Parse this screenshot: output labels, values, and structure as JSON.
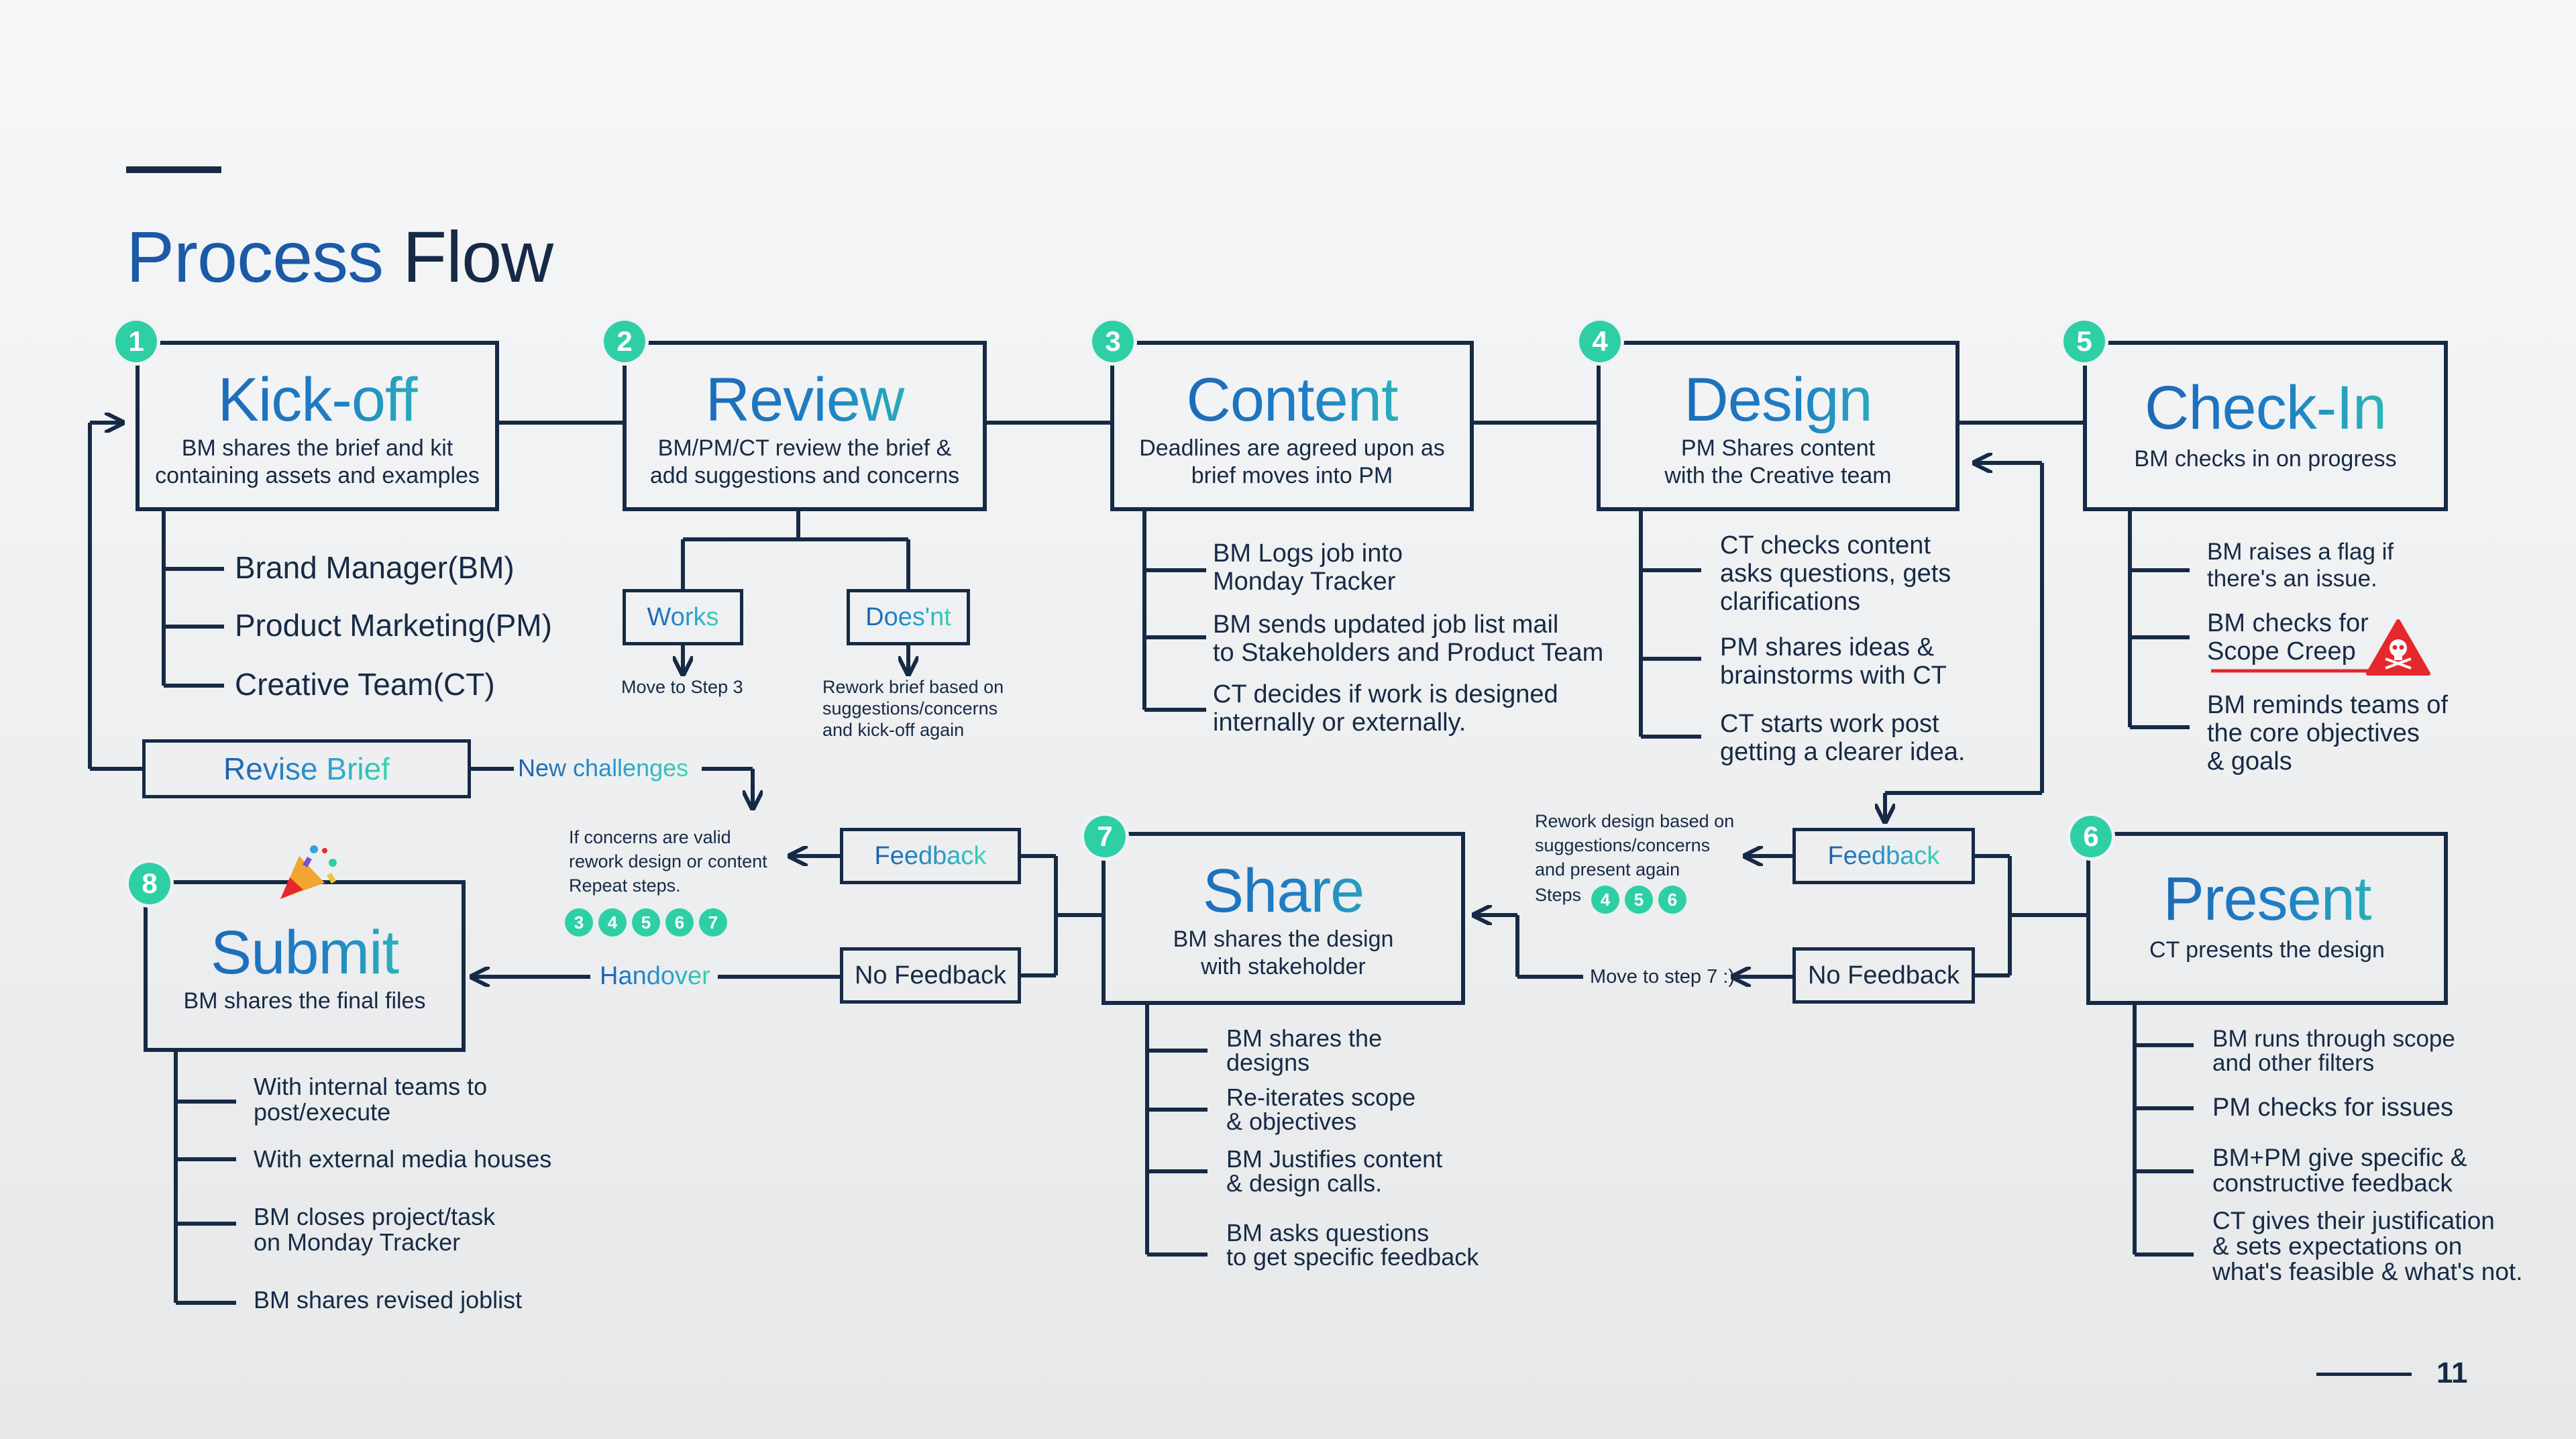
{
  "title": {
    "part1": "Process",
    "part2": "Flow"
  },
  "page_number": "11",
  "steps": [
    {
      "num": "1",
      "title": "Kick-off",
      "sub1": "BM shares the brief and kit",
      "sub2": "containing assets and examples"
    },
    {
      "num": "2",
      "title": "Review",
      "sub1": "BM/PM/CT review the brief &",
      "sub2": "add suggestions and concerns"
    },
    {
      "num": "3",
      "title": "Content",
      "sub1": "Deadlines are agreed upon as",
      "sub2": "brief moves into PM"
    },
    {
      "num": "4",
      "title": "Design",
      "sub1": "PM Shares content",
      "sub2": "with the Creative team"
    },
    {
      "num": "5",
      "title": "Check-In",
      "sub1": "BM checks in on progress"
    },
    {
      "num": "6",
      "title": "Present",
      "sub1": "CT presents the design"
    },
    {
      "num": "7",
      "title": "Share",
      "sub1": "BM shares the design",
      "sub2": "with stakeholder"
    },
    {
      "num": "8",
      "title": "Submit",
      "sub1": "BM shares the final files"
    }
  ],
  "kickoff_roles": [
    "Brand Manager(BM)",
    "Product Marketing(PM)",
    "Creative Team(CT)"
  ],
  "review": {
    "works": "Works",
    "doesnt": "Does'nt",
    "works_note": "Move to Step 3",
    "doesnt_note": [
      "Rework brief based on",
      "suggestions/concerns",
      "and kick-off again"
    ]
  },
  "revise_brief": "Revise Brief",
  "new_challenges": "New challenges",
  "content_items": [
    [
      "BM Logs job into",
      "Monday Tracker"
    ],
    [
      "BM sends updated job list mail",
      "to Stakeholders and Product Team"
    ],
    [
      "CT decides if work is designed",
      "internally or externally."
    ]
  ],
  "design_items": [
    [
      "CT checks content",
      "asks questions, gets",
      "clarifications"
    ],
    [
      "PM shares ideas &",
      "brainstorms with CT"
    ],
    [
      "CT starts work post",
      "getting a clearer idea."
    ]
  ],
  "checkin_items": [
    [
      "BM raises a flag if",
      "there's an issue."
    ],
    [
      "BM checks for",
      "Scope Creep"
    ],
    [
      "BM reminds teams of",
      "the core objectives",
      "& goals"
    ]
  ],
  "present_items": [
    [
      "BM runs through scope",
      "and other filters"
    ],
    [
      "PM checks for issues"
    ],
    [
      "BM+PM give specific &",
      "constructive feedback"
    ],
    [
      "CT gives their justification",
      "& sets expectations on",
      "what's feasible & what's not."
    ]
  ],
  "share_items": [
    [
      "BM shares the",
      "designs"
    ],
    [
      "Re-iterates scope",
      "& objectives"
    ],
    [
      "BM Justifies content",
      "& design calls."
    ],
    [
      "BM asks questions",
      "to get specific feedback"
    ]
  ],
  "submit_items": [
    [
      "With internal teams to",
      "post/execute"
    ],
    [
      "With external media houses"
    ],
    [
      "BM closes project/task",
      "on Monday Tracker"
    ],
    [
      "BM shares revised joblist"
    ]
  ],
  "feedback_left": "Feedback",
  "nofeedback_left": "No Feedback",
  "feedback_right": "Feedback",
  "nofeedback_right": "No Feedback",
  "handover": "Handover",
  "left_note": [
    "If concerns are valid",
    "rework design or content",
    "Repeat steps."
  ],
  "left_steps": [
    "3",
    "4",
    "5",
    "6",
    "7"
  ],
  "right_note": [
    "Rework design based on",
    "suggestions/concerns",
    "and present again",
    "Steps"
  ],
  "right_steps": [
    "4",
    "5",
    "6"
  ],
  "move_to_step7": "Move to step 7 :)",
  "colors": {
    "navy": "#172a45",
    "blue": "#1b5fb0",
    "teal": "#2fcfa6",
    "red": "#e5282c"
  },
  "icons": [
    "party-popper-icon",
    "skull-warning-icon"
  ]
}
